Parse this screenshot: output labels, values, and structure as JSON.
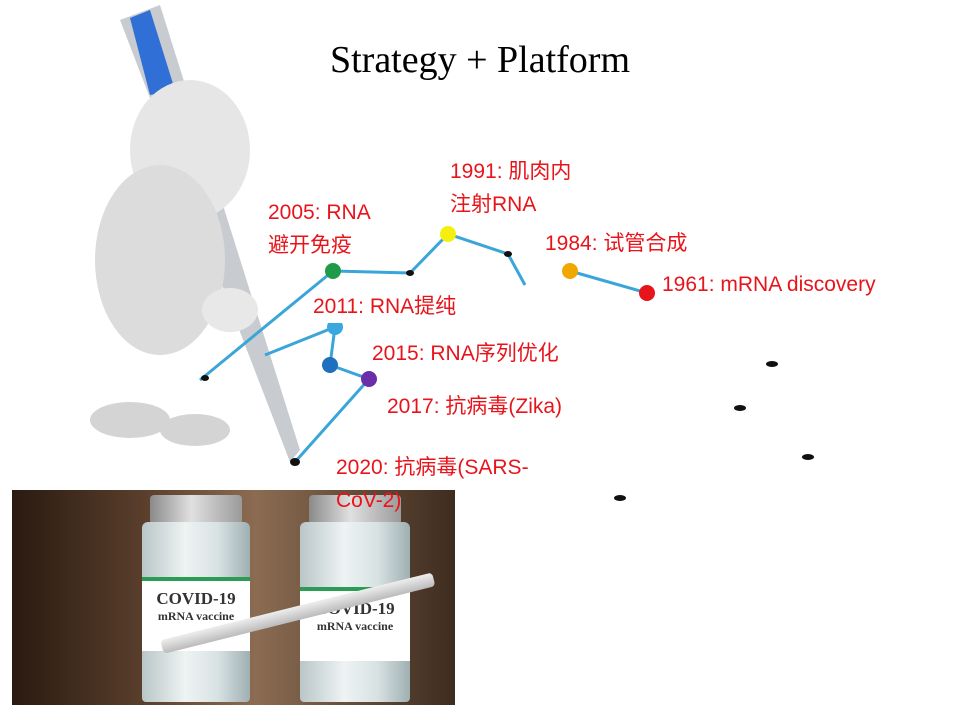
{
  "title": "Strategy + Platform",
  "timeline": [
    {
      "label_line1": "1961: mRNA discovery",
      "label_line2": "",
      "color": "#e8141b"
    },
    {
      "label_line1": "1984: 试管合成",
      "label_line2": "",
      "color": "#f0a800"
    },
    {
      "label_line1": "1991: 肌肉内",
      "label_line2": "注射RNA",
      "color": "#f5ef10"
    },
    {
      "label_line1": "2005: RNA",
      "label_line2": "避开免疫",
      "color": "#1e9a48"
    },
    {
      "label_line1": "2011: RNA提纯",
      "label_line2": "",
      "color": "#3aa8e0"
    },
    {
      "label_line1": "2015: RNA序列优化",
      "label_line2": "",
      "color": "#1f6fbf"
    },
    {
      "label_line1": "2017: 抗病毒(Zika)",
      "label_line2": "",
      "color": "#6a2fa8"
    },
    {
      "label_line1": "2020: 抗病毒(SARS-",
      "label_line2": "CoV-2)",
      "color": "#000000"
    }
  ],
  "photo": {
    "vial_left": {
      "line1": "COVID-19",
      "line2": "mRNA vaccine"
    },
    "vial_right": {
      "line1": "COVID-19",
      "line2": "mRNA vaccine"
    }
  }
}
